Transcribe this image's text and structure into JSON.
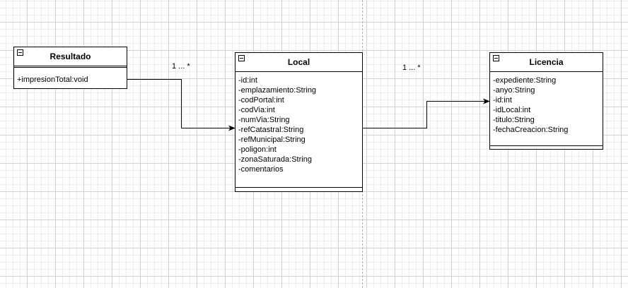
{
  "classes": {
    "resultado": {
      "name": "Resultado",
      "attributes": [],
      "methods": [
        "+impresionTotal:void"
      ]
    },
    "local": {
      "name": "Local",
      "attributes": [
        "-id:int",
        "-emplazamiento:String",
        "-codPortal:int",
        "-codVia:int",
        "-numVia:String",
        "-refCatastral:String",
        "-refMunicipal:String",
        "-poligon:int",
        "-zonaSaturada:String",
        "-comentarios"
      ],
      "methods": []
    },
    "licencia": {
      "name": "Licencia",
      "attributes": [
        "-expediente:String",
        "-anyo:String",
        "-id:int",
        "-idLocal:int",
        "-titulo:String",
        "-fechaCreacion:String"
      ],
      "methods": []
    }
  },
  "associations": [
    {
      "from": "Resultado",
      "to": "Local",
      "multiplicity": "1 ... *"
    },
    {
      "from": "Local",
      "to": "Licencia",
      "multiplicity": "1 ... *"
    }
  ]
}
